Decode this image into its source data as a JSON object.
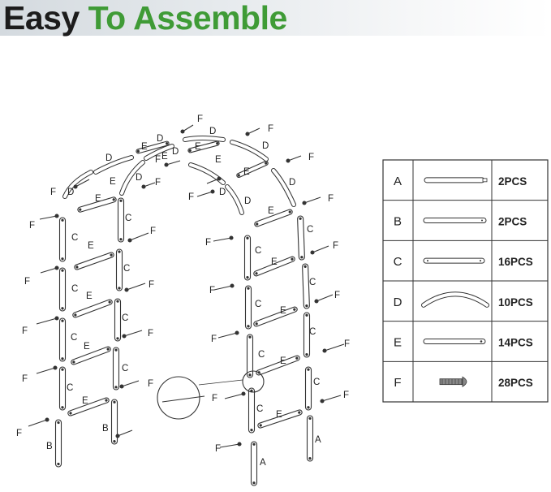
{
  "header": {
    "title_part1": "Easy",
    "title_part2": "To Assemble",
    "accent_color": "#3f9b36",
    "text_color": "#1c1c1c"
  },
  "diagram": {
    "labels": {
      "a": "A",
      "b": "B",
      "c": "C",
      "d": "D",
      "e": "E",
      "f": "F"
    }
  },
  "parts_table": {
    "rows": [
      {
        "letter": "A",
        "qty": "2PCS",
        "icon": "straight-tube-with-tab"
      },
      {
        "letter": "B",
        "qty": "2PCS",
        "icon": "straight-tube"
      },
      {
        "letter": "C",
        "qty": "16PCS",
        "icon": "tube-with-holes"
      },
      {
        "letter": "D",
        "qty": "10PCS",
        "icon": "curved-tube"
      },
      {
        "letter": "E",
        "qty": "14PCS",
        "icon": "crossbar-tube"
      },
      {
        "letter": "F",
        "qty": "28PCS",
        "icon": "screw"
      }
    ]
  }
}
